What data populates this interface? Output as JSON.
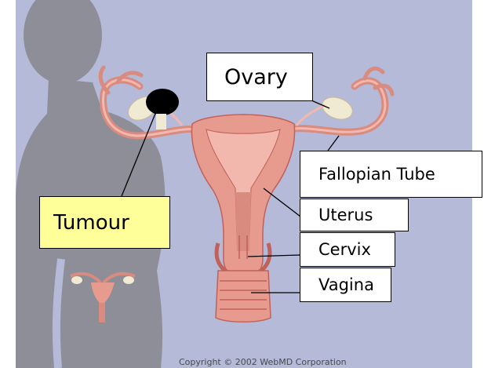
{
  "labels": {
    "ovary": "Ovary",
    "fallopian_tube": "Fallopian Tube",
    "uterus": "Uterus",
    "cervix": "Cervix",
    "vagina": "Vagina",
    "tumour": "Tumour"
  },
  "copyright": "Copyright © 2002 WebMD Corporation",
  "colors": {
    "background": "#b4bad7",
    "silhouette": "#8e8e98",
    "tissue": "#e79a8e",
    "tissue_dark": "#c0615a",
    "ovary": "#f0ead2",
    "tumour": "#000000",
    "tumour_label_bg": "#ffff99",
    "label_bg": "#ffffff"
  }
}
